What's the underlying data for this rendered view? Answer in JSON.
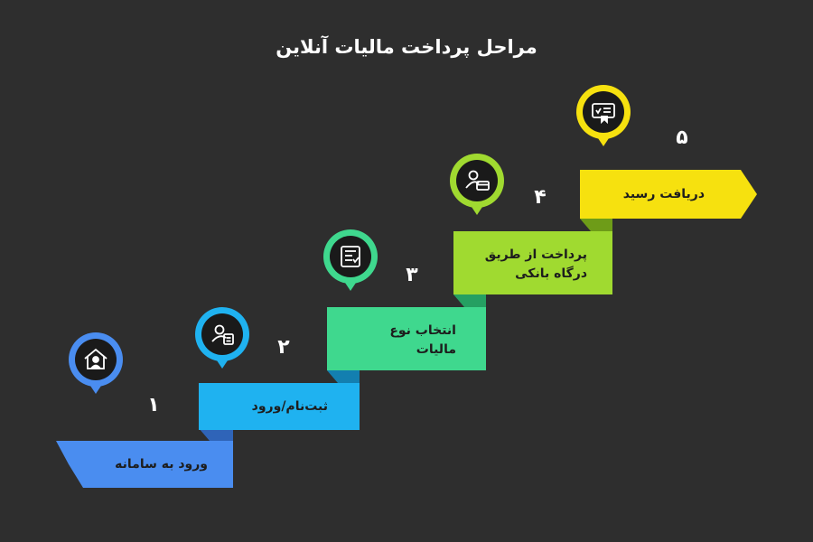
{
  "title": "مراحل پرداخت مالیات آنلاین",
  "steps": [
    {
      "number": "۱",
      "label": "ورود به سامانه",
      "color": "#4a8df0",
      "dark": "#2f64b8",
      "icon": "house-user-icon"
    },
    {
      "number": "۲",
      "label": "ثبت‌نام/ورود",
      "color": "#1fb2f0",
      "dark": "#137fb0",
      "icon": "user-form-icon"
    },
    {
      "number": "۳",
      "label": "انتخاب نوع مالیات",
      "label_lines": [
        "انتخاب نوع",
        "مالیات"
      ],
      "color": "#3fd88e",
      "dark": "#25a062",
      "icon": "checklist-icon"
    },
    {
      "number": "۴",
      "label": "پرداخت از طریق درگاه بانکی",
      "label_lines": [
        "پرداخت از طریق",
        "درگاه بانکی"
      ],
      "color": "#a0da30",
      "dark": "#6e9c18",
      "icon": "user-card-icon"
    },
    {
      "number": "۵",
      "label": "دریافت رسید",
      "color": "#f6e10f",
      "dark": "#b7a508",
      "icon": "receipt-icon"
    }
  ],
  "icon_bg": "#1a1a1a"
}
